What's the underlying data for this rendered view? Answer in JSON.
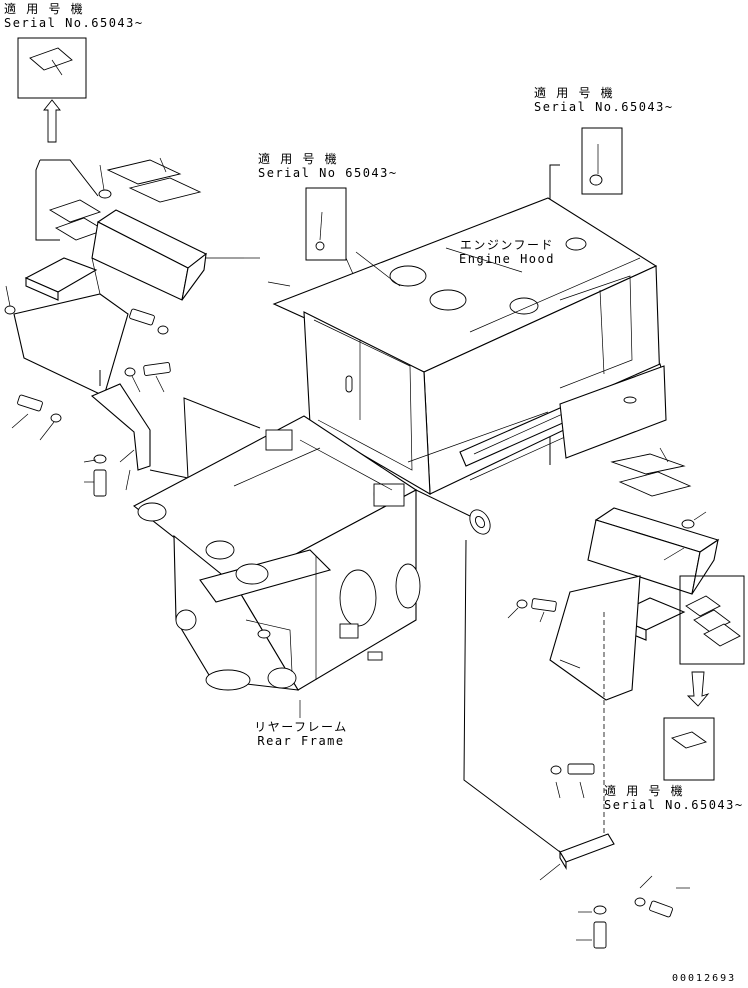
{
  "labels": {
    "serial_top_left": {
      "jp": "適 用 号 機",
      "en": "Serial No.65043~"
    },
    "serial_mid": {
      "jp": "適 用 号 機",
      "en": "Serial No 65043~"
    },
    "serial_top_right": {
      "jp": "適 用 号 機",
      "en": "Serial No.65043~"
    },
    "serial_bottom_right": {
      "jp": "適 用 号 機",
      "en": "Serial No.65043~"
    },
    "engine_hood": {
      "jp": "エンジンフード",
      "en": "Engine Hood"
    },
    "rear_frame": {
      "jp": "リヤーフレーム",
      "en": "Rear Frame"
    },
    "drawing_number": "00012693"
  }
}
